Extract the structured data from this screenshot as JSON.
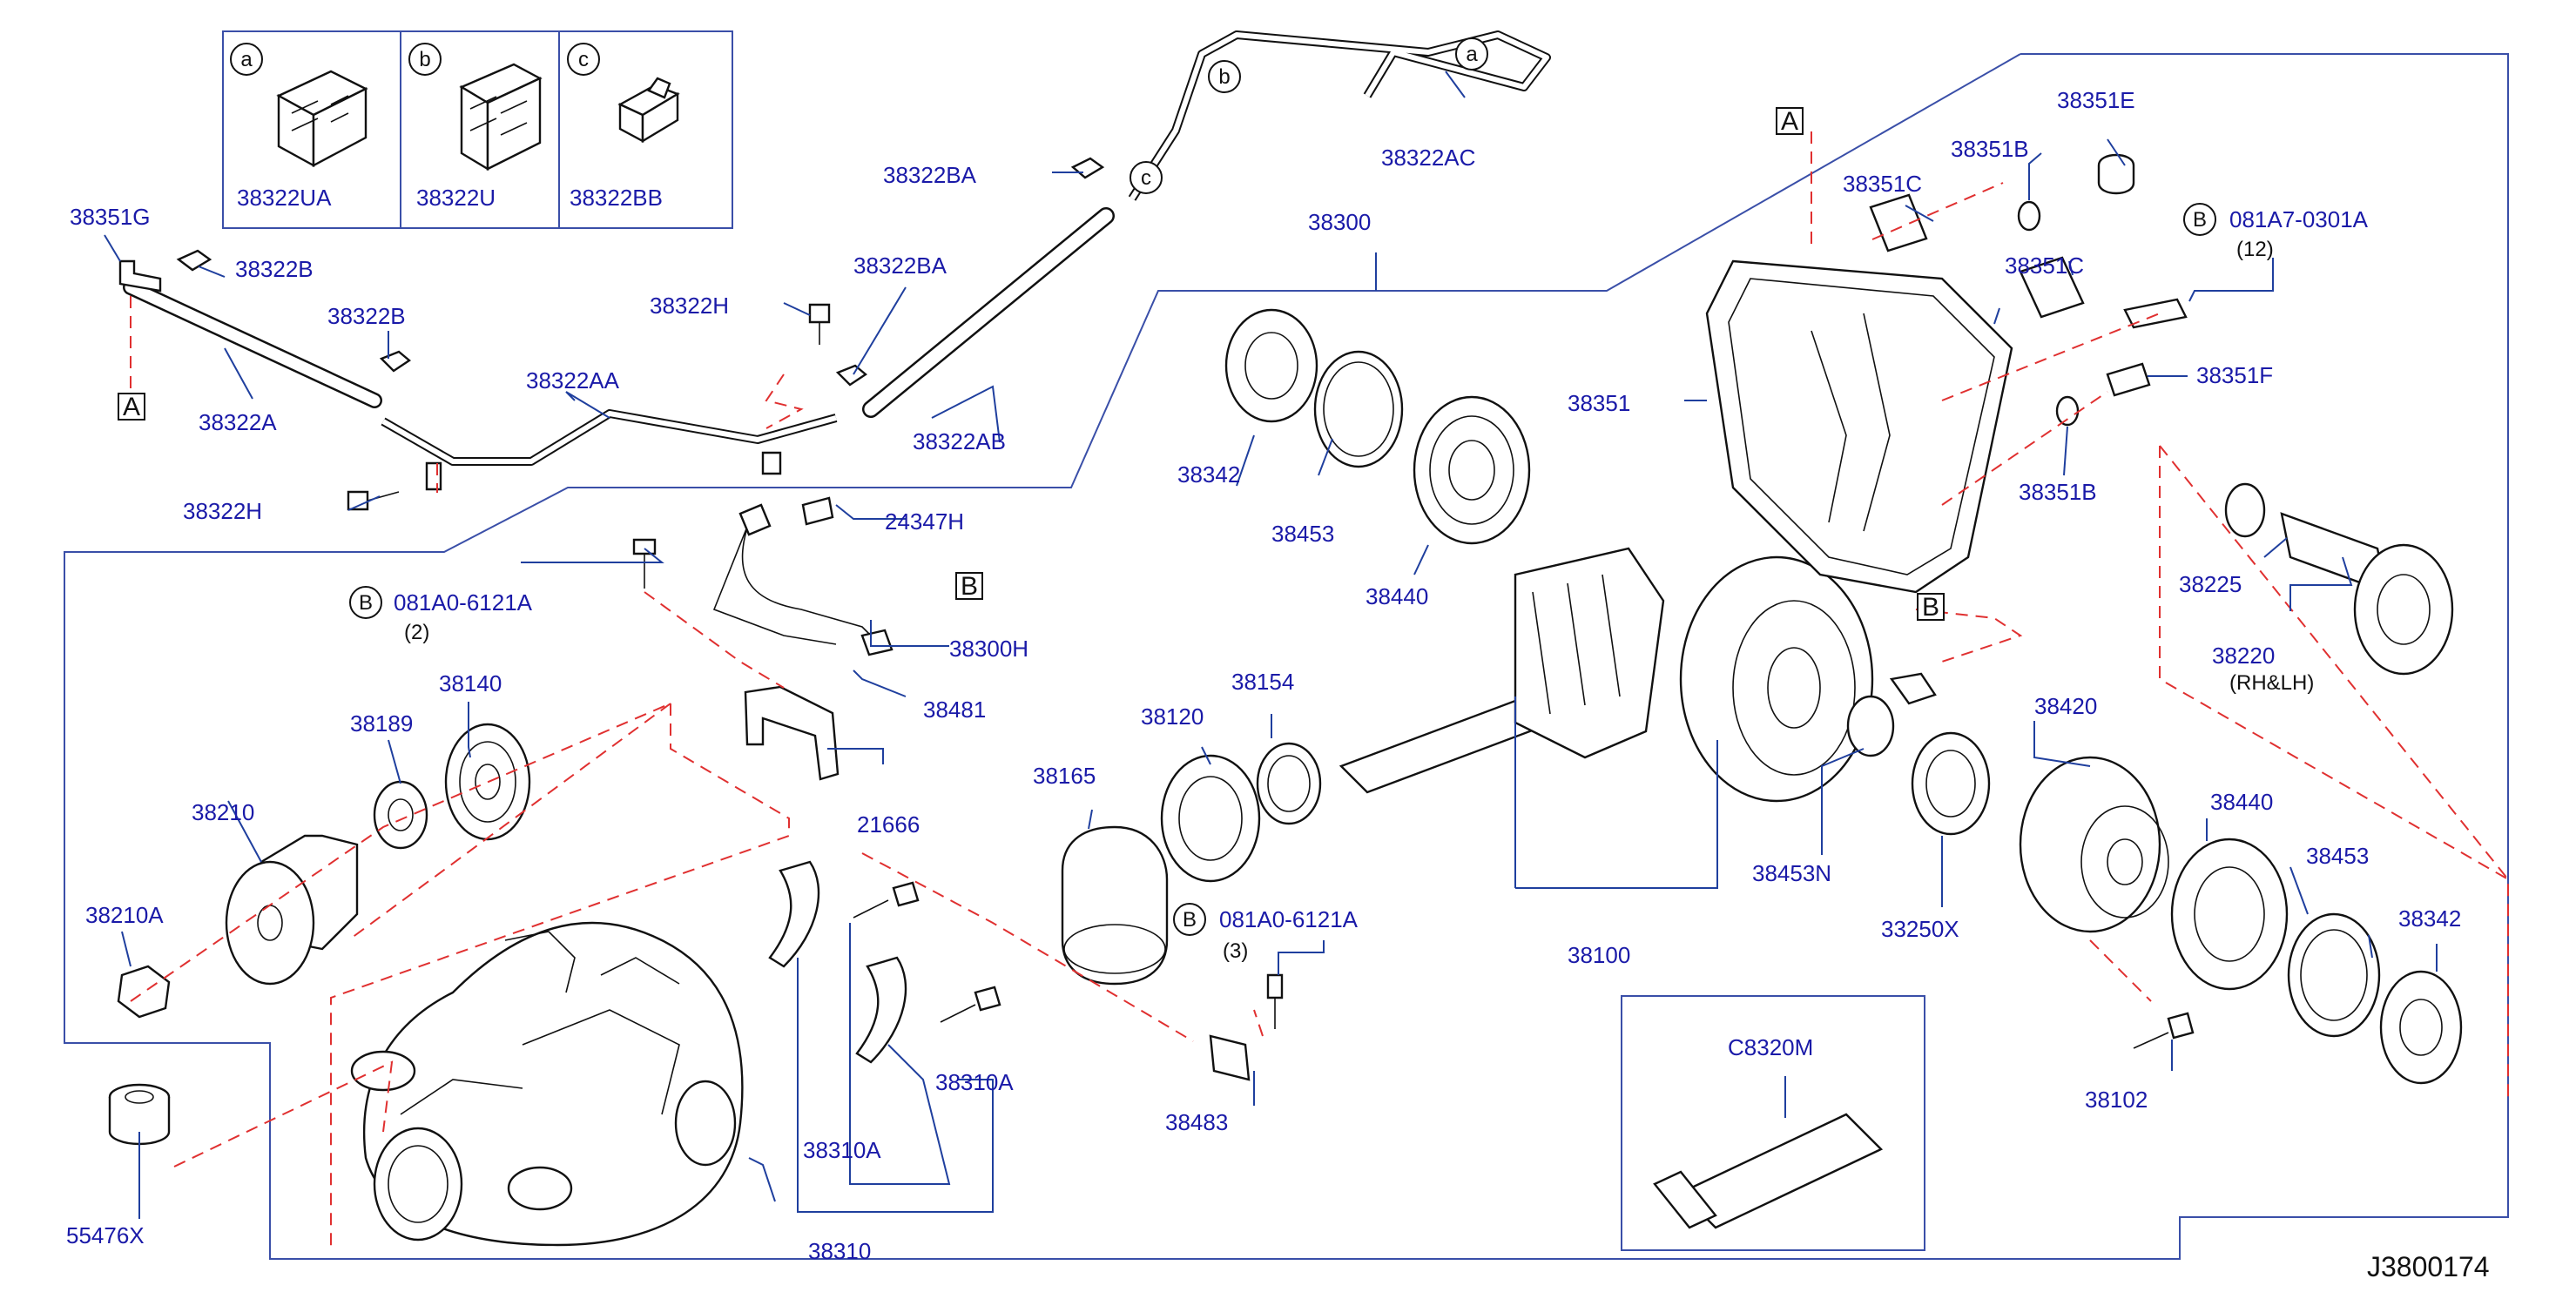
{
  "clip_boxes": [
    {
      "letter": "a",
      "part": "38322UA"
    },
    {
      "letter": "b",
      "part": "38322U"
    },
    {
      "letter": "c",
      "part": "38322BB"
    }
  ],
  "ref_markers": {
    "A": "A",
    "B": "B"
  },
  "bolt_notes": {
    "b1": {
      "marker": "B",
      "part": "081A0-6121A",
      "qty": "(2)"
    },
    "b2": {
      "marker": "B",
      "part": "081A0-6121A",
      "qty": "(3)"
    },
    "b3": {
      "marker": "B",
      "part": "081A7-0301A",
      "qty": "(12)"
    }
  },
  "tube_letters": {
    "a": "a",
    "b": "b",
    "c": "c"
  },
  "labels": {
    "p38351G": "38351G",
    "p38322B_1": "38322B",
    "p38322B_2": "38322B",
    "p38322A": "38322A",
    "p38322AA": "38322AA",
    "p38322H_1": "38322H",
    "p38322H_2": "38322H",
    "p38322BA_1": "38322BA",
    "p38322BA_2": "38322BA",
    "p38322AB": "38322AB",
    "p38322AC": "38322AC",
    "p38300": "38300",
    "p24347H": "24347H",
    "p38300H": "38300H",
    "p38481": "38481",
    "p21666": "21666",
    "p38140": "38140",
    "p38189": "38189",
    "p38210": "38210",
    "p38210A": "38210A",
    "p55476X": "55476X",
    "p38310A_1": "38310A",
    "p38310A_2": "38310A",
    "p38310": "38310",
    "p38342_1": "38342",
    "p38453_1": "38453",
    "p38440_1": "38440",
    "p38154": "38154",
    "p38120": "38120",
    "p38165": "38165",
    "p38483": "38483",
    "p38100": "38100",
    "p38351": "38351",
    "p38351C_1": "38351C",
    "p38351C_2": "38351C",
    "p38351B_1": "38351B",
    "p38351B_2": "38351B",
    "p38351E": "38351E",
    "p38351F": "38351F",
    "p38225": "38225",
    "p38220": "38220",
    "p38220_note": "(RH&LH)",
    "p38420": "38420",
    "p38453N": "38453N",
    "p33250X": "33250X",
    "p38440_2": "38440",
    "p38453_2": "38453",
    "p38342_2": "38342",
    "p38102": "38102",
    "pC8320M": "C8320M",
    "diagram_id": "J3800174"
  }
}
